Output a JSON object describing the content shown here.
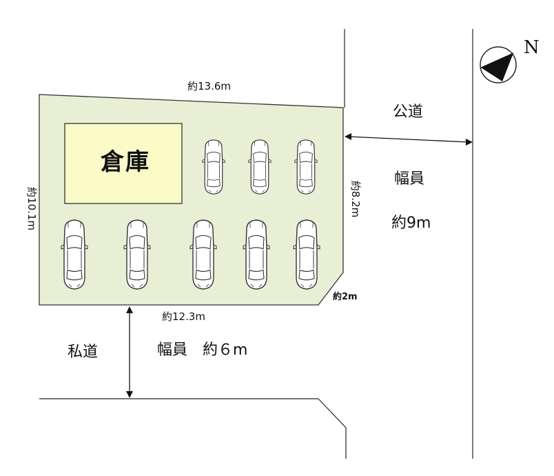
{
  "plot": {
    "top_length": "約13.6m",
    "left_length": "約10.1m",
    "right_length": "約8.2m",
    "bottom_length": "約12.3m",
    "corner_length": "約2m",
    "fill_color": "#e9efd5",
    "parking_spaces": 8
  },
  "building": {
    "label": "倉庫",
    "fill_color": "#fafbc7"
  },
  "public_road": {
    "label": "公道",
    "width_label": "幅員",
    "width_value": "約9m"
  },
  "private_road": {
    "label": "私道",
    "width_text": "幅員　約６m"
  },
  "compass": {
    "label": "N",
    "icon": "north-arrow-icon"
  }
}
